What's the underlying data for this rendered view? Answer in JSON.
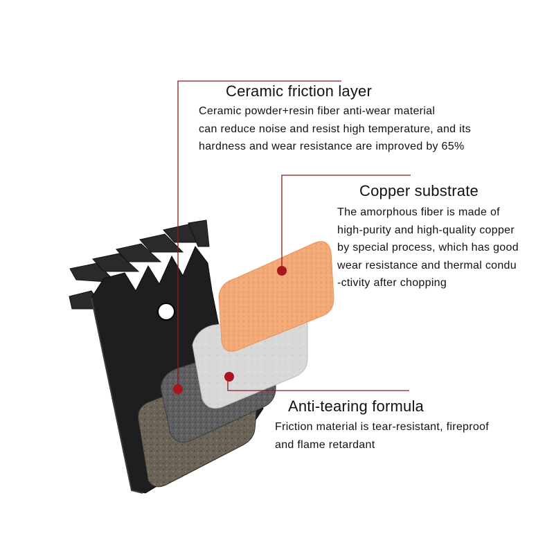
{
  "colors": {
    "leader_line": "#8b1a1f",
    "marker_dot": "#a8171c",
    "backplate": "#1c1c1e",
    "copper": "#f0a36e",
    "ceramic_light": "#d6d6d6",
    "ceramic_dark": "#5d5d60",
    "friction_brown": "#6b6356"
  },
  "callouts": {
    "ceramic": {
      "title": "Ceramic friction layer",
      "lines": [
        "Ceramic powder+resin fiber anti-wear material",
        "can reduce noise and resist high temperature, and its",
        "hardness and wear resistance are improved by 65%"
      ]
    },
    "copper": {
      "title": "Copper substrate",
      "lines": [
        "The amorphous fiber is made of",
        "high-purity and high-quality copper",
        "by special process, which has good",
        "wear resistance and thermal condu",
        "-ctivity after chopping"
      ]
    },
    "anti_tearing": {
      "title": "Anti-tearing formula",
      "lines": [
        "Friction material is tear-resistant, fireproof",
        "and flame retardant"
      ]
    }
  }
}
